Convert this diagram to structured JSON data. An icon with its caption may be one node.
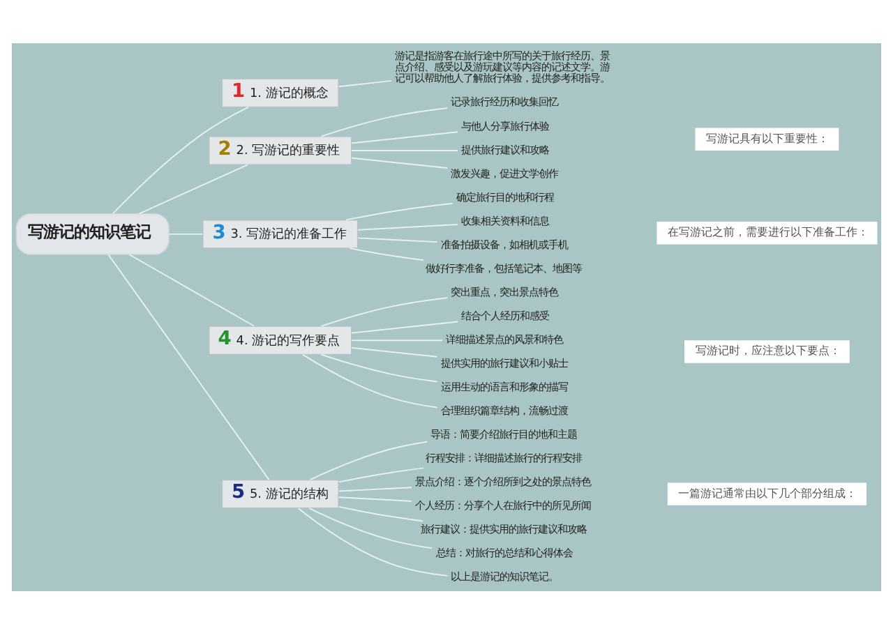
{
  "diagram": {
    "nodes": [
      {
        "text": [
          "写游记的知识笔记"
        ]
      },
      {
        "text": [
          "1",
          "1. 游记的概念"
        ]
      },
      {
        "text": [
          "游记是指游客在旅行途中所写的关于旅行经历、景点介绍、感受以及游玩建议等内容的记述文学。游记可以帮助他人了解旅行体验，提供参考和指导。"
        ]
      },
      {
        "text": [
          "2",
          "2. 写游记的重要性"
        ]
      },
      {
        "text": [
          "记录旅行经历和收集回忆"
        ]
      },
      {
        "text": [
          "与他人分享旅行体验"
        ]
      },
      {
        "text": [
          "提供旅行建议和攻略"
        ]
      },
      {
        "text": [
          "激发兴趣，促进文学创作"
        ]
      },
      {
        "text": [
          "写游记具有以下重要性："
        ]
      },
      {
        "text": [
          "3",
          "3. 写游记的准备工作"
        ]
      },
      {
        "text": [
          "确定旅行目的地和行程"
        ]
      },
      {
        "text": [
          "收集相关资料和信息"
        ]
      },
      {
        "text": [
          "准备拍摄设备，如相机或手机"
        ]
      },
      {
        "text": [
          "做好行李准备，包括笔记本、地图等"
        ]
      },
      {
        "text": [
          "在写游记之前，需要进行以下准备工作："
        ]
      },
      {
        "text": [
          "4",
          "4. 游记的写作要点"
        ]
      },
      {
        "text": [
          "突出重点，突出景点特色"
        ]
      },
      {
        "text": [
          "结合个人经历和感受"
        ]
      },
      {
        "text": [
          "详细描述景点的风景和特色"
        ]
      },
      {
        "text": [
          "提供实用的旅行建议和小贴士"
        ]
      },
      {
        "text": [
          "运用生动的语言和形象的描写"
        ]
      },
      {
        "text": [
          "合理组织篇章结构，流畅过渡"
        ]
      },
      {
        "text": [
          "写游记时，应注意以下要点："
        ]
      },
      {
        "text": [
          "5",
          "5. 游记的结构"
        ]
      },
      {
        "text": [
          "导语：简要介绍旅行目的地和主题"
        ]
      },
      {
        "text": [
          "行程安排：详细描述旅行的行程安排"
        ]
      },
      {
        "text": [
          "景点介绍：逐个介绍所到之处的景点特色"
        ]
      },
      {
        "text": [
          "个人经历：分享个人在旅行中的所见所闻"
        ]
      },
      {
        "text": [
          "旅行建议：提供实用的旅行建议和攻略"
        ]
      },
      {
        "text": [
          "总结：对旅行的总结和心得体会"
        ]
      },
      {
        "text": [
          "以上是游记的知识笔记。"
        ]
      },
      {
        "text": [
          "一篇游记通常由以下几个部分组成："
        ]
      }
    ],
    "edges": [
      {
        "from": 0,
        "to": 1,
        "arrow": "none"
      },
      {
        "from": 1,
        "to": 2,
        "arrow": "none"
      },
      {
        "from": 0,
        "to": 3,
        "arrow": "none"
      },
      {
        "from": 3,
        "to": 4,
        "arrow": "none"
      },
      {
        "from": 3,
        "to": 5,
        "arrow": "none"
      },
      {
        "from": 3,
        "to": 6,
        "arrow": "none"
      },
      {
        "from": 3,
        "to": 7,
        "arrow": "none"
      },
      {
        "from": 0,
        "to": 9,
        "arrow": "none"
      },
      {
        "from": 9,
        "to": 10,
        "arrow": "none"
      },
      {
        "from": 9,
        "to": 11,
        "arrow": "none"
      },
      {
        "from": 9,
        "to": 12,
        "arrow": "none"
      },
      {
        "from": 9,
        "to": 13,
        "arrow": "none"
      },
      {
        "from": 0,
        "to": 15,
        "arrow": "none"
      },
      {
        "from": 15,
        "to": 16,
        "arrow": "none"
      },
      {
        "from": 15,
        "to": 17,
        "arrow": "none"
      },
      {
        "from": 15,
        "to": 18,
        "arrow": "none"
      },
      {
        "from": 15,
        "to": 19,
        "arrow": "none"
      },
      {
        "from": 15,
        "to": 20,
        "arrow": "none"
      },
      {
        "from": 15,
        "to": 21,
        "arrow": "none"
      },
      {
        "from": 0,
        "to": 23,
        "arrow": "none"
      },
      {
        "from": 23,
        "to": 24,
        "arrow": "none"
      },
      {
        "from": 23,
        "to": 25,
        "arrow": "none"
      },
      {
        "from": 23,
        "to": 26,
        "arrow": "none"
      },
      {
        "from": 23,
        "to": 27,
        "arrow": "none"
      },
      {
        "from": 23,
        "to": 28,
        "arrow": "none"
      },
      {
        "from": 23,
        "to": 29,
        "arrow": "none"
      },
      {
        "from": 23,
        "to": 30,
        "arrow": "none"
      }
    ]
  }
}
